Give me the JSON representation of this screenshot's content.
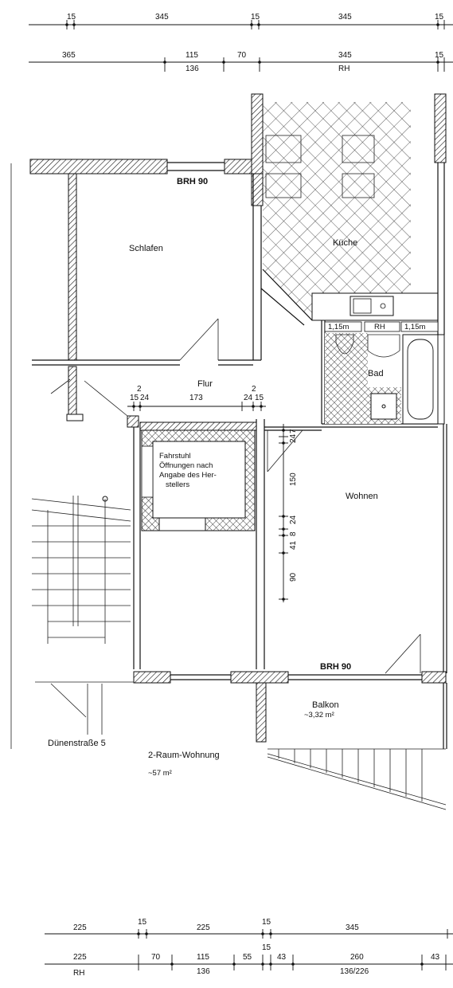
{
  "dims_top": {
    "row1": [
      "15",
      "345",
      "15",
      "345",
      "15"
    ],
    "row2": [
      "365",
      "115",
      "70",
      "345",
      "15"
    ],
    "row2_sub": [
      "136",
      "RH"
    ]
  },
  "rooms": {
    "schlafen": "Schlafen",
    "kueche": "Küche",
    "flur": "Flur",
    "bad": "Bad",
    "wohnen": "Wohnen",
    "balkon": "Balkon",
    "balkon_area": "~3,32 m²"
  },
  "labels": {
    "brh_top": "BRH 90",
    "brh_bottom": "BRH 90",
    "rh_bath": "RH",
    "bath_left": "1,15m",
    "bath_right": "1,15m"
  },
  "elevator": {
    "line1": "Fahrstuhl",
    "line2": "Öffnungen nach",
    "line3": "Angabe des Her-",
    "line4": "stellers"
  },
  "flur_dims": [
    "2",
    "2",
    "15",
    "24",
    "173",
    "24",
    "15"
  ],
  "vertical_dims": [
    "7",
    "24",
    "150",
    "24",
    "8",
    "41",
    "90"
  ],
  "info": {
    "street": "Dünenstraße 5",
    "unit_type": "2-Raum-Wohnung",
    "unit_area": "~57 m²"
  },
  "dims_bottom": {
    "row1": [
      "225",
      "15",
      "225",
      "15",
      "345"
    ],
    "row2": [
      "225",
      "70",
      "115",
      "55",
      "15",
      "43",
      "260",
      "43"
    ],
    "row2_sub": [
      "RH",
      "136",
      "136/226"
    ]
  }
}
